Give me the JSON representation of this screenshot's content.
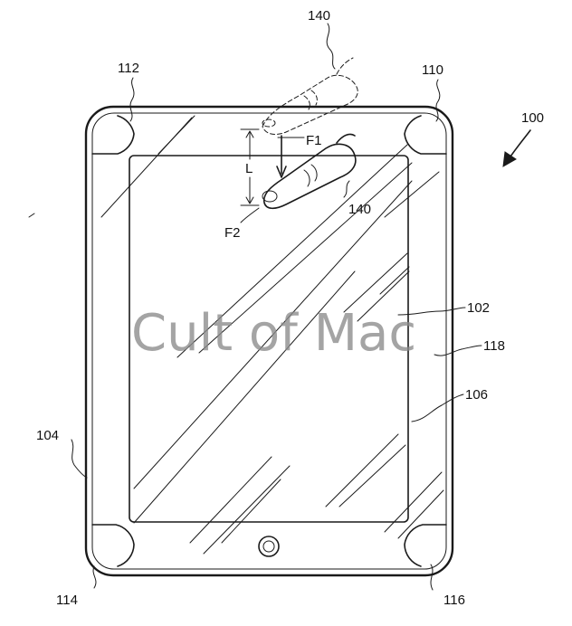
{
  "labels": {
    "fig": "100",
    "screen": "102",
    "housing": "104",
    "corner_tr": "110",
    "corner_tl": "112",
    "corner_bl": "114",
    "corner_br": "116",
    "border": "118",
    "edge": "106",
    "finger_top": "140",
    "finger_mid": "140",
    "force1": "F1",
    "force2": "F2",
    "distance": "L"
  },
  "watermark": "Cult of Mac",
  "colors": {
    "ink": "#1a1a1a",
    "watermark": "#8a8a8a",
    "background": "#ffffff"
  }
}
